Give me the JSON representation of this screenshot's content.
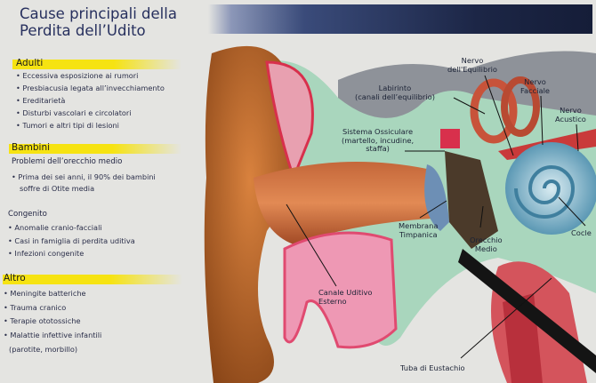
{
  "title": [
    "Cause principali della",
    "Perdita dell’Udito"
  ],
  "sections": {
    "adulti": {
      "heading": "Adulti",
      "items": [
        "• Eccessiva esposizione ai rumori",
        "• Presbiacusia legata all’invecchiamento",
        "• Ereditarietà",
        "• Disturbi vascolari e circolatori",
        "• Tumori e altri tipi di lesioni"
      ]
    },
    "bambini": {
      "heading": "Bambini",
      "subheading": "Problemi dell’orecchio medio",
      "items": [
        "• Prima dei sei anni, il 90% dei bambini",
        "soffre di Otite media"
      ]
    },
    "congenito": {
      "heading": "Congenito",
      "items": [
        "• Anomalie cranio-facciali",
        "• Casi in famiglia di perdita uditiva",
        "• Infezioni congenite"
      ]
    },
    "altro": {
      "heading": "Altro",
      "items": [
        "• Meningite batteriche",
        "• Trauma cranico",
        "• Terapie ototossiche",
        "• Malattie infettive infantili",
        "(parotite, morbillo)"
      ]
    }
  },
  "labels": {
    "nervo_equilibrio": [
      "Nervo",
      "dell'Equilibrio"
    ],
    "labirinto": [
      "Labirinto",
      "(canali dell’equilibrio)"
    ],
    "nervo_facciale": [
      "Nervo",
      "Facciale"
    ],
    "nervo_acustico": [
      "Nervo",
      "Acustico"
    ],
    "sistema_ossiculare": [
      "Sistema Ossiculare",
      "(martello, incudine,",
      "staffa)"
    ],
    "membrana": [
      "Membrana",
      "Timpanica"
    ],
    "orecchio_medio": [
      "Orecchio",
      "Medio"
    ],
    "coclea": "Cocle",
    "canale": [
      "Canale Uditivo",
      "Esterno"
    ],
    "tuba": "Tuba di Eustachio"
  },
  "colors": {
    "title": "#27305e",
    "highlight": "#f6e312",
    "band": "#1c2646"
  }
}
